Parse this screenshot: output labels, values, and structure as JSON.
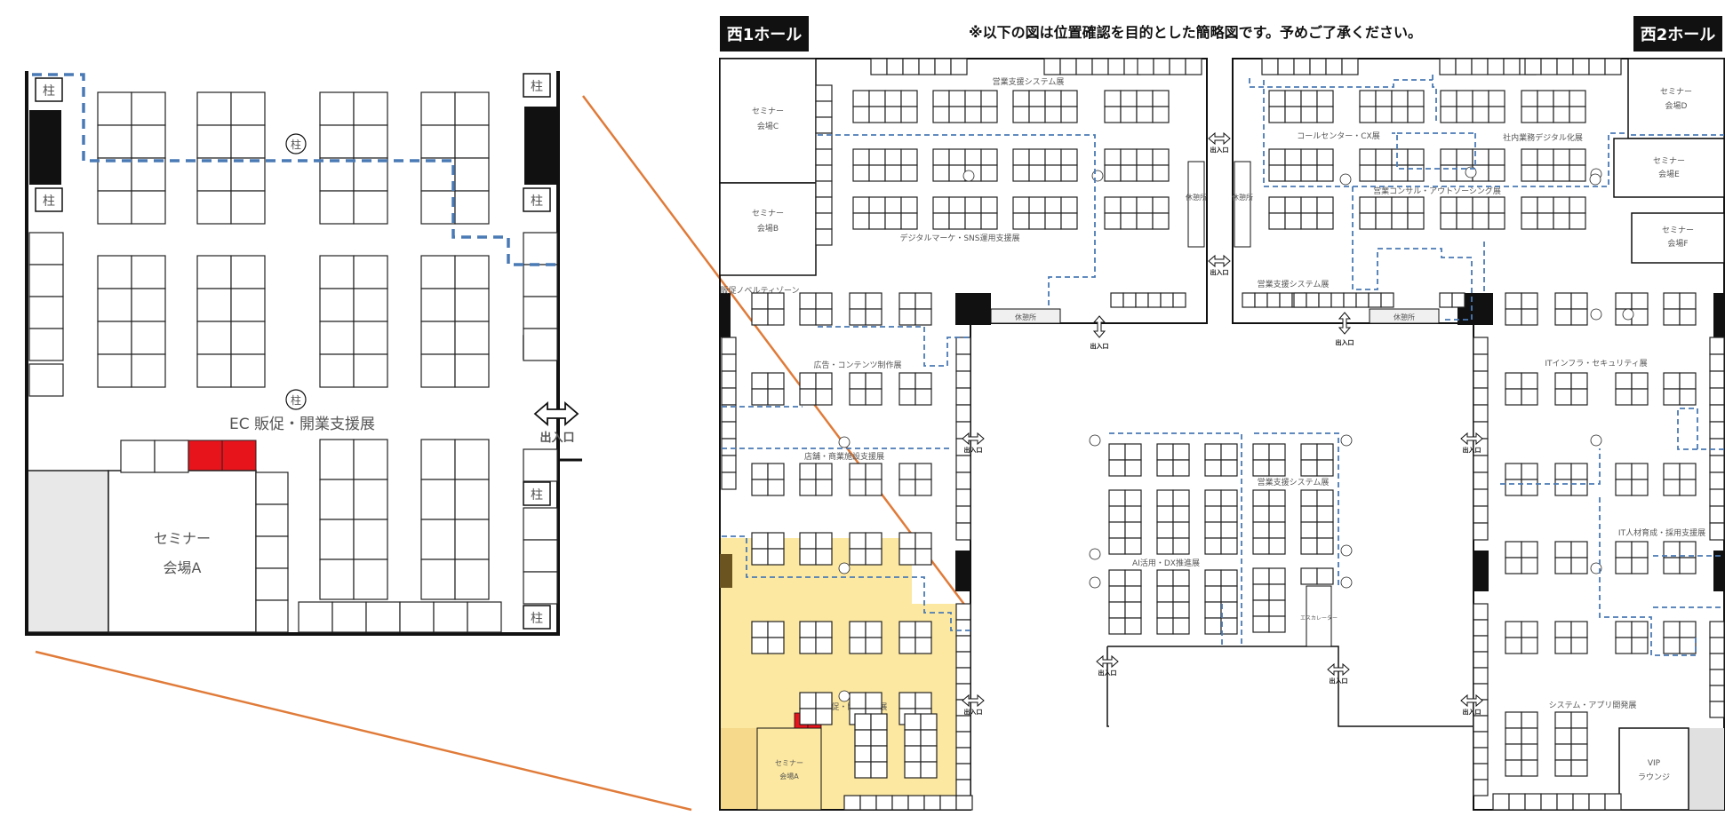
{
  "header": {
    "hall_west1": "西1ホール",
    "hall_west2": "西2ホール",
    "notice": "※以下の図は位置確認を目的とした簡略図です。予めご了承ください。"
  },
  "pillar": "柱",
  "exit": "出入口",
  "rest": "休憩所",
  "rest_v": "休憩所",
  "escalator": "エスカレーター",
  "seminars": {
    "a_line1": "セミナー",
    "a_line2": "会場A",
    "b": "会場B",
    "c": "会場C",
    "d": "会場D",
    "e": "会場E",
    "f": "会場F",
    "seminar": "セミナー"
  },
  "vip": {
    "line1": "VIP",
    "line2": "ラウンジ"
  },
  "zones": {
    "ec": "EC 販促・開業支援展",
    "ec_small": "EC 販促・開業支援展",
    "sales_sys_top": "営業支援システム展",
    "sales_sys_mid": "営業支援システム展",
    "sales_sys_center": "営業支援システム展",
    "digital_mkt": "デジタルマーケ・SNS運用支援展",
    "call_center": "コールセンター・CX展",
    "internal_dx": "社内業務デジタル化展",
    "sales_consul": "営業コンサル・アウトソーシング展",
    "promo_novelty": "販促ノベルティゾーン",
    "ad_content": "広告・コンテンツ制作展",
    "store": "店舗・商業施設支援展",
    "ai_dx": "AI活用・DX推進展",
    "it_infra": "ITインフラ・セキュリティ展",
    "it_hr": "IT人材育成・採用支援展",
    "system_app": "システム・アプリ開発展"
  },
  "colors": {
    "highlight_red": "#e8141c",
    "ec_zone": "#fce8a0",
    "leader_orange": "#e07b39",
    "route_blue": "#4a7ab5",
    "black": "#111111"
  }
}
